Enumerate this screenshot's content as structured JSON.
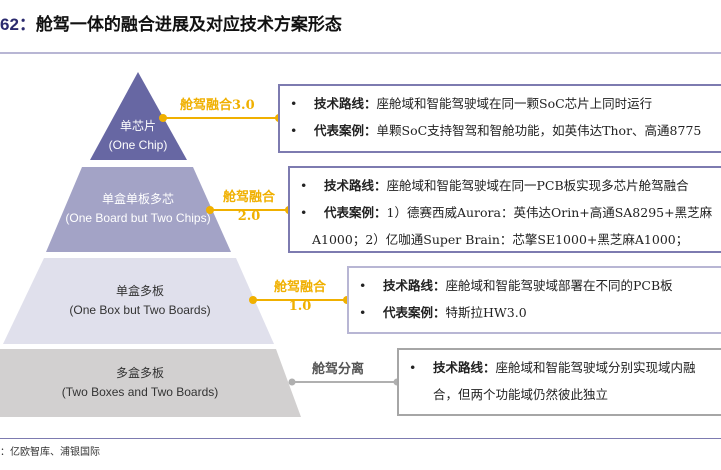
{
  "title": {
    "number": "62：",
    "text": "舱驾一体的融合进展及对应技术方案形态"
  },
  "layers": [
    {
      "cn": "单芯片",
      "en": "(One Chip)",
      "color": "#6767a3",
      "text_color": "#ffffff"
    },
    {
      "cn": "单盒单板多芯",
      "en": "(One Board but Two Chips)",
      "color": "#a3a3c6",
      "text_color": "#ffffff"
    },
    {
      "cn": "单盒多板",
      "en": "(One Box but Two Boards)",
      "color": "#e0e0ec",
      "text_color": "#333333"
    },
    {
      "cn": "多盒多板",
      "en": "(Two Boxes and Two Boards)",
      "color": "#d2d0d0",
      "text_color": "#333333"
    }
  ],
  "stages": [
    {
      "label": "舱驾融合3.0"
    },
    {
      "label1": "舱驾融合",
      "label2": "2.0"
    },
    {
      "label1": "舱驾融合",
      "label2": "1.0"
    },
    {
      "label": "舱驾分离"
    }
  ],
  "accent": "#f0b000",
  "boxes": [
    {
      "route_key": "技术路线：",
      "route": "座舱域和智能驾驶域在同一颗SoC芯片上同时运行",
      "case_key": "代表案例：",
      "case": "单颗SoC支持智驾和智舱功能，如英伟达Thor、高通8775"
    },
    {
      "route_key": "技术路线：",
      "route": "座舱域和智能驾驶域在同一PCB板实现多芯片舱驾融合",
      "case_key": "代表案例：",
      "case": "1）德赛西威Aurora：英伟达Orin+高通SA8295+黑芝麻",
      "case_cont": "A1000；2）亿咖通Super Brain：芯擎SE1000+黑芝麻A1000；"
    },
    {
      "route_key": "技术路线：",
      "route": "座舱域和智能驾驶域部署在不同的PCB板",
      "case_key": "代表案例：",
      "case": "特斯拉HW3.0"
    },
    {
      "route_key": "技术路线：",
      "route": "座舱域和智能驾驶域分别实现域内融",
      "route_cont": "合，但两个功能域仍然彼此独立"
    }
  ],
  "bullet": "•",
  "source": "：亿欧智库、浦银国际"
}
